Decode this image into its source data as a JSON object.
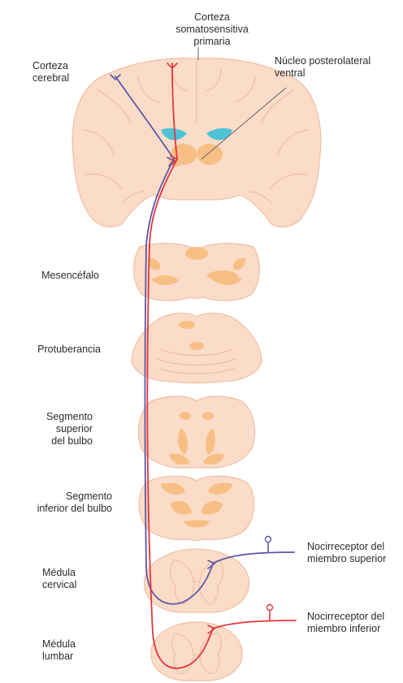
{
  "labels": {
    "primary_cortex": "Corteza somatosensitiva\nprimaria",
    "cerebral_cortex": "Corteza\ncerebral",
    "vpl_nucleus": "Núcleo posterolateral\nventral",
    "midbrain": "Mesencéfalo",
    "pons": "Protuberancia",
    "upper_medulla": "Segmento\nsuperior\ndel bulbo",
    "lower_medulla": "Segmento\ninferior del bulbo",
    "cervical_cord": "Médula\ncervical",
    "lumbar_cord": "Médula\nlumbar",
    "upper_limb_nociceptor": "Nocirreceptor del\nmiembro superior",
    "lower_limb_nociceptor": "Nocirreceptor del\nmiembro inferior"
  },
  "colors": {
    "tissue": "#fbdcc8",
    "tissue_outline": "#f0bfa3",
    "gray_matter": "#f7bf84",
    "ventricle": "#4fc3d6",
    "upper_limb_pathway": "#5a58a8",
    "lower_limb_pathway": "#e2373c",
    "pointer_line": "#555555"
  }
}
